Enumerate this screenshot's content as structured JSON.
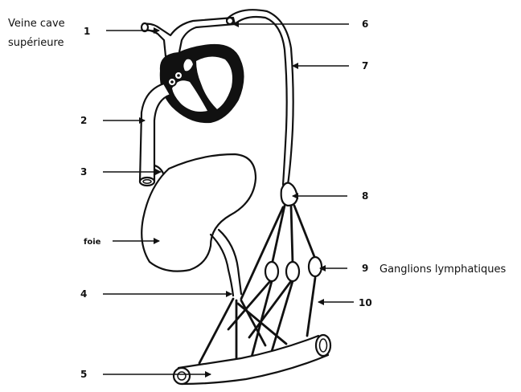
{
  "labels": {
    "veine_cave_line1": "Veine cave",
    "veine_cave_line2": "supérieure",
    "foie": "foie",
    "ganglions": "Ganglions lymphatiques"
  },
  "numbers": [
    "1",
    "2",
    "3",
    "4",
    "5",
    "6",
    "7",
    "8",
    "9",
    "10"
  ],
  "colors": {
    "ink": "#111111",
    "background": "#ffffff"
  }
}
